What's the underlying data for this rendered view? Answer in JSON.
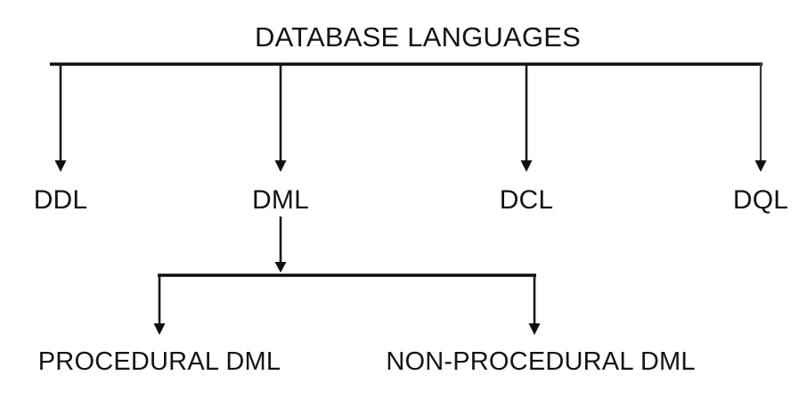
{
  "diagram": {
    "title": "DATABASE LANGUAGES",
    "background_color": "#ffffff",
    "line_color": "#111111",
    "text_color": "#141414",
    "level1": {
      "items": [
        {
          "label": "DDL"
        },
        {
          "label": "DML"
        },
        {
          "label": "DCL"
        },
        {
          "label": "DQL"
        }
      ]
    },
    "level2": {
      "parent": "DML",
      "items": [
        {
          "label": "PROCEDURAL DML"
        },
        {
          "label": "NON-PROCEDURAL DML"
        }
      ]
    }
  },
  "chart_data": {
    "type": "tree-diagram",
    "title": "DATABASE LANGUAGES",
    "orientation": "top-down",
    "root": "DATABASE LANGUAGES",
    "nodes": [
      {
        "id": "root",
        "label": "DATABASE LANGUAGES",
        "level": 0,
        "parent": null
      },
      {
        "id": "ddl",
        "label": "DDL",
        "level": 1,
        "parent": "root"
      },
      {
        "id": "dml",
        "label": "DML",
        "level": 1,
        "parent": "root"
      },
      {
        "id": "dcl",
        "label": "DCL",
        "level": 1,
        "parent": "root"
      },
      {
        "id": "dql",
        "label": "DQL",
        "level": 1,
        "parent": "root"
      },
      {
        "id": "procedural-dml",
        "label": "PROCEDURAL DML",
        "level": 2,
        "parent": "dml"
      },
      {
        "id": "non-procedural-dml",
        "label": "NON-PROCEDURAL DML",
        "level": 2,
        "parent": "dml"
      }
    ],
    "edges": [
      {
        "from": "root",
        "to": "ddl",
        "style": "arrow"
      },
      {
        "from": "root",
        "to": "dml",
        "style": "arrow"
      },
      {
        "from": "root",
        "to": "dcl",
        "style": "arrow"
      },
      {
        "from": "root",
        "to": "dql",
        "style": "arrow"
      },
      {
        "from": "dml",
        "to": "procedural-dml",
        "style": "arrow"
      },
      {
        "from": "dml",
        "to": "non-procedural-dml",
        "style": "arrow"
      }
    ]
  }
}
